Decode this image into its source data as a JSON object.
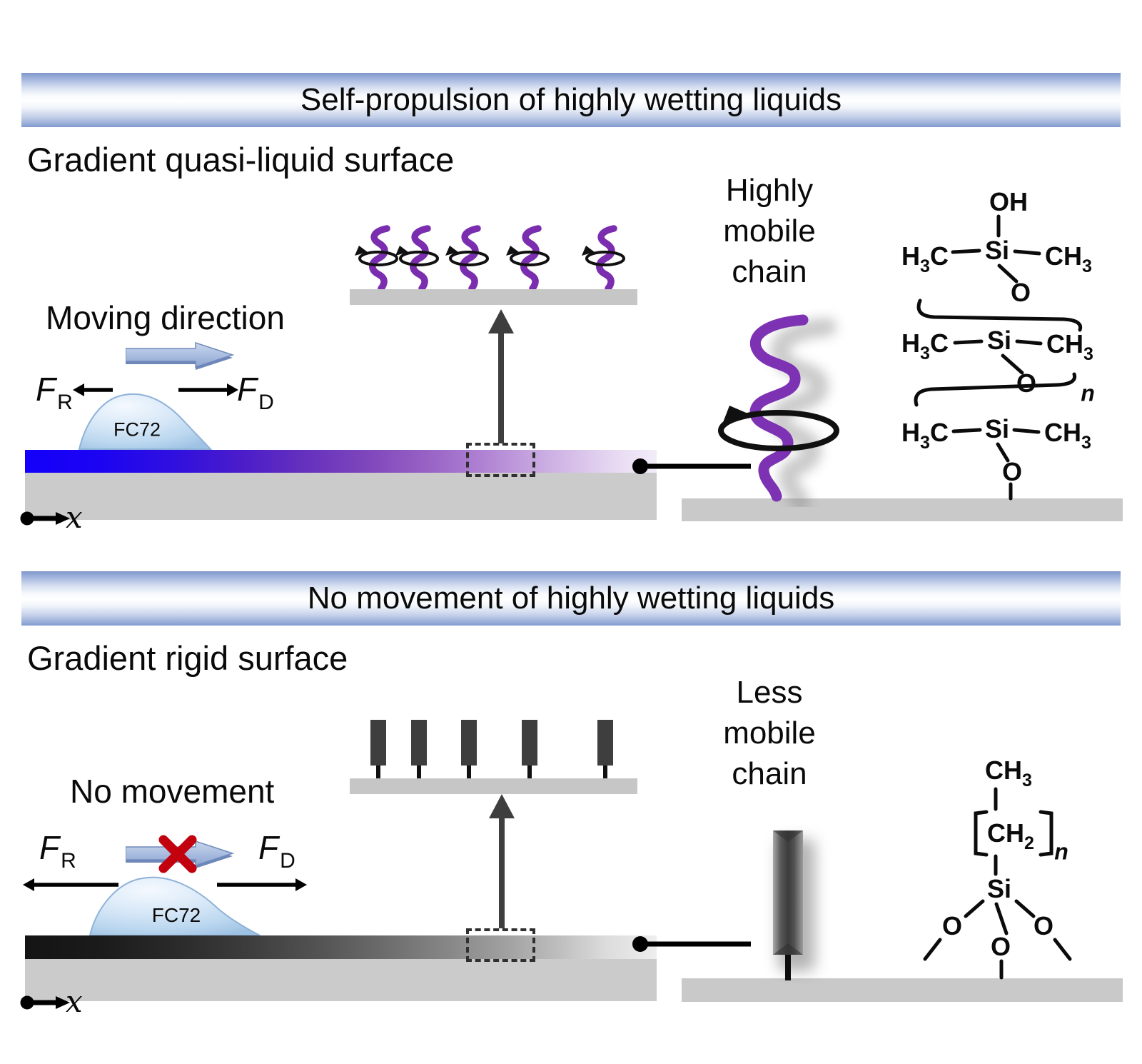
{
  "banners": {
    "top": "Self-propulsion of highly wetting liquids",
    "bottom": "No movement of highly wetting liquids"
  },
  "top_panel": {
    "heading": "Gradient quasi-liquid surface",
    "moving_direction_label": "Moving direction",
    "force_resist": {
      "symbol": "F",
      "sub": "R"
    },
    "force_drive": {
      "symbol": "F",
      "sub": "D"
    },
    "droplet_label": "FC72",
    "x_axis_label": "x",
    "chain_caption": {
      "line1": "Highly",
      "line2": "mobile",
      "line3": "chain"
    }
  },
  "bottom_panel": {
    "heading": "Gradient rigid surface",
    "movement_label": "No movement",
    "force_resist": {
      "symbol": "F",
      "sub": "R"
    },
    "force_drive": {
      "symbol": "F",
      "sub": "D"
    },
    "droplet_label": "FC72",
    "x_axis_label": "x",
    "chain_caption": {
      "line1": "Less",
      "line2": "mobile",
      "line3": "chain"
    }
  },
  "molecule": {
    "OH": "OH",
    "H": "H",
    "C": "C",
    "CH": "CH",
    "Si": "Si",
    "O": "O",
    "n": "n",
    "sub3": "3",
    "sub2": "2"
  },
  "colors": {
    "gradient_blue": "#1400FA",
    "gradient_purple": "#7E46BB",
    "rigid_black": "#141414",
    "substrate_gray": "#CBCBCB",
    "chain_purple": "#7D32B4",
    "rod_gray": "#3E3E3E",
    "arrow_blue": "#9FB6DC",
    "cross_red": "#C2000E",
    "banner_blue": "#8CA4D4"
  }
}
